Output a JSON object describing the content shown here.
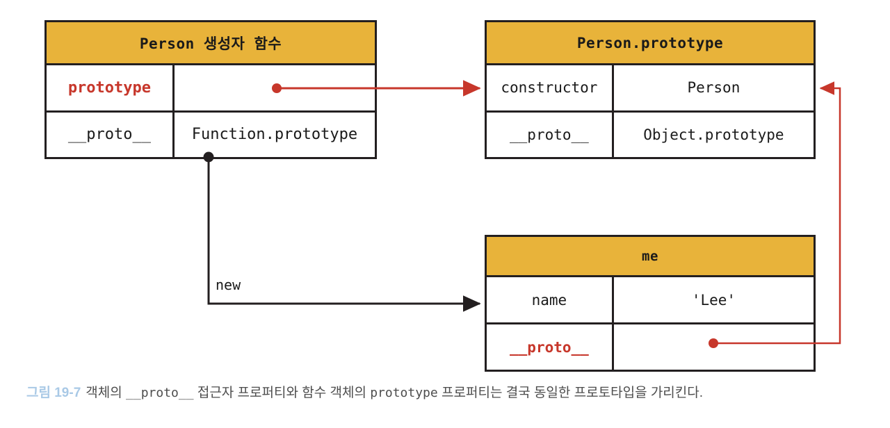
{
  "diagram": {
    "type": "object-prototype-relationship",
    "colors": {
      "header_fill": "#e8b33a",
      "border": "#231f20",
      "accent_red": "#c7372b",
      "edge_black": "#231f20",
      "caption_fignum": "#a9c9e6",
      "caption_text": "#4d4d4d"
    },
    "tables": [
      {
        "id": "person-constructor",
        "title": "Person 생성자 함수",
        "rows": [
          {
            "key": "prototype",
            "key_style": "red",
            "value": ""
          },
          {
            "key": "__proto__",
            "key_style": "plain",
            "value": "Function.prototype"
          }
        ]
      },
      {
        "id": "person-prototype",
        "title": "Person.prototype",
        "rows": [
          {
            "key": "constructor",
            "key_style": "plain",
            "value": "Person"
          },
          {
            "key": "__proto__",
            "key_style": "plain",
            "value": "Object.prototype"
          }
        ]
      },
      {
        "id": "me-object",
        "title": "me",
        "rows": [
          {
            "key": "name",
            "key_style": "plain",
            "value": "'Lee'"
          },
          {
            "key": "__proto__",
            "key_style": "red",
            "value": ""
          }
        ]
      }
    ],
    "edges": [
      {
        "id": "prototype-to-person-prototype",
        "label": "",
        "color": "#c7372b",
        "from": "person-constructor.prototype",
        "to": "person-prototype"
      },
      {
        "id": "new-instance",
        "label": "new",
        "color": "#231f20",
        "from": "person-constructor",
        "to": "me-object"
      },
      {
        "id": "me-proto-to-person-prototype",
        "label": "",
        "color": "#c7372b",
        "from": "me-object.__proto__",
        "to": "person-prototype"
      }
    ]
  },
  "caption": {
    "figure_number": "그림 19-7",
    "part1": "객체의 ",
    "mono1": "__proto__",
    "part2": " 접근자 프로퍼티와 함수 객체의 ",
    "mono2": "prototype",
    "part3": " 프로퍼티는 결국 동일한 프로토타입을 가리킨다."
  }
}
